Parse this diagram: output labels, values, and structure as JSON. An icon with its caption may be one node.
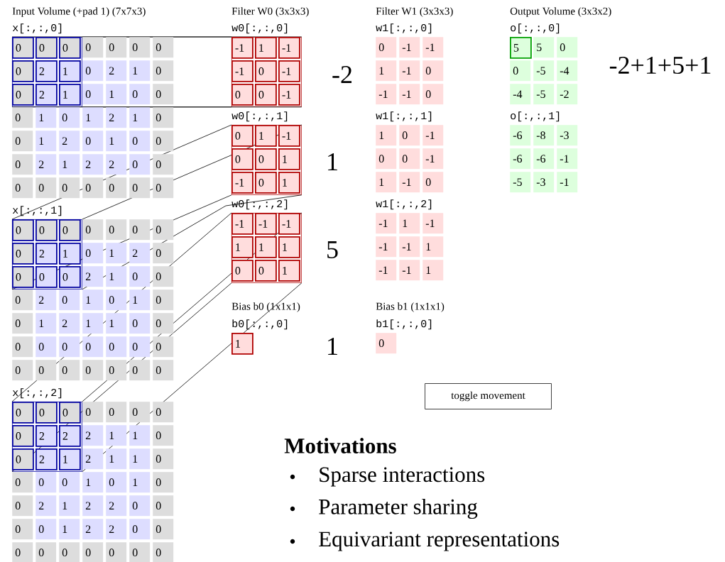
{
  "diagram": {
    "nodes": [
      {
        "text": [],
        "shape": "box"
      },
      {
        "text": [],
        "shape": "box"
      },
      {
        "text": [],
        "shape": "box"
      },
      {
        "text": [],
        "shape": "box"
      },
      {
        "text": [],
        "shape": "box"
      },
      {
        "text": [],
        "shape": "box"
      },
      {
        "text": [
          "toggle movement"
        ]
      }
    ],
    "edges": [
      {
        "from": 0,
        "to": 3,
        "arrow": "none"
      },
      {
        "from": 0,
        "to": 3,
        "arrow": "none"
      },
      {
        "from": 0,
        "to": 3,
        "arrow": "none"
      },
      {
        "from": 0,
        "to": 3,
        "arrow": "none"
      },
      {
        "from": 1,
        "to": 4,
        "arrow": "none"
      },
      {
        "from": 1,
        "to": 4,
        "arrow": "none"
      },
      {
        "from": 1,
        "to": 4,
        "arrow": "none"
      },
      {
        "from": 1,
        "to": 4,
        "arrow": "none"
      },
      {
        "from": 2,
        "to": 5,
        "arrow": "none"
      },
      {
        "from": 2,
        "to": 5,
        "arrow": "none"
      },
      {
        "from": 2,
        "to": 5,
        "arrow": "none"
      },
      {
        "from": 2,
        "to": 5,
        "arrow": "none"
      }
    ],
    "labels": [
      "Input Volume (+pad 1) (7x7x3)",
      "x[:,:,0]",
      "0",
      "0",
      "0",
      "0",
      "0",
      "0",
      "0",
      "0",
      "2",
      "1",
      "0",
      "2",
      "1",
      "0",
      "0",
      "2",
      "1",
      "0",
      "1",
      "0",
      "0",
      "0",
      "1",
      "0",
      "1",
      "2",
      "1",
      "0",
      "0",
      "1",
      "2",
      "0",
      "1",
      "0",
      "0",
      "0",
      "2",
      "1",
      "2",
      "2",
      "0",
      "0",
      "0",
      "0",
      "0",
      "0",
      "0",
      "0",
      "0",
      "x[:,:,1]",
      "0",
      "0",
      "0",
      "0",
      "0",
      "0",
      "0",
      "0",
      "2",
      "1",
      "0",
      "1",
      "2",
      "0",
      "0",
      "0",
      "0",
      "2",
      "1",
      "0",
      "0",
      "0",
      "2",
      "0",
      "1",
      "0",
      "1",
      "0",
      "0",
      "1",
      "2",
      "1",
      "1",
      "0",
      "0",
      "0",
      "0",
      "0",
      "0",
      "0",
      "0",
      "0",
      "0",
      "0",
      "0",
      "0",
      "0",
      "0",
      "0",
      "x[:,:,2]",
      "0",
      "0",
      "0",
      "0",
      "0",
      "0",
      "0",
      "0",
      "2",
      "2",
      "2",
      "1",
      "1",
      "0",
      "0",
      "2",
      "1",
      "2",
      "1",
      "1",
      "0",
      "0",
      "0",
      "0",
      "1",
      "0",
      "1",
      "0",
      "0",
      "2",
      "1",
      "2",
      "2",
      "0",
      "0",
      "0",
      "0",
      "1",
      "2",
      "2",
      "0",
      "0",
      "0",
      "0",
      "0",
      "0",
      "0",
      "0",
      "0",
      "Filter W0 (3x3x3)",
      "w0[:,:,0]",
      "-1",
      "1",
      "-1",
      "-1",
      "0",
      "-1",
      "0",
      "0",
      "-1",
      "w0[:,:,1]",
      "0",
      "1",
      "-1",
      "0",
      "0",
      "1",
      "-1",
      "0",
      "1",
      "w0[:,:,2]",
      "-1",
      "-1",
      "-1",
      "1",
      "1",
      "1",
      "0",
      "0",
      "1",
      "Bias b0 (1x1x1)",
      "b0[:,:,0]",
      "1",
      "Filter W1 (3x3x3)",
      "w1[:,:,0]",
      "0",
      "-1",
      "-1",
      "1",
      "-1",
      "0",
      "-1",
      "-1",
      "0",
      "w1[:,:,1]",
      "1",
      "0",
      "-1",
      "0",
      "0",
      "-1",
      "1",
      "-1",
      "0",
      "w1[:,:,2]",
      "-1",
      "1",
      "-1",
      "-1",
      "-1",
      "1",
      "-1",
      "-1",
      "1",
      "Bias b1 (1x1x1)",
      "b1[:,:,0]",
      "0",
      "Output Volume (3x3x2)",
      "o[:,:,0]",
      "5",
      "5",
      "0",
      "0",
      "-5",
      "-4",
      "-4",
      "-5",
      "-2",
      "o[:,:,1]",
      "-6",
      "-8",
      "-3",
      "-6",
      "-6",
      "-1",
      "-5",
      "-3",
      "-1",
      "-2",
      "1",
      "5",
      "1",
      "-2+1+5+1",
      "Motivations",
      "Sparse interactions",
      "Parameter sharing",
      "Equivariant representations"
    ]
  }
}
